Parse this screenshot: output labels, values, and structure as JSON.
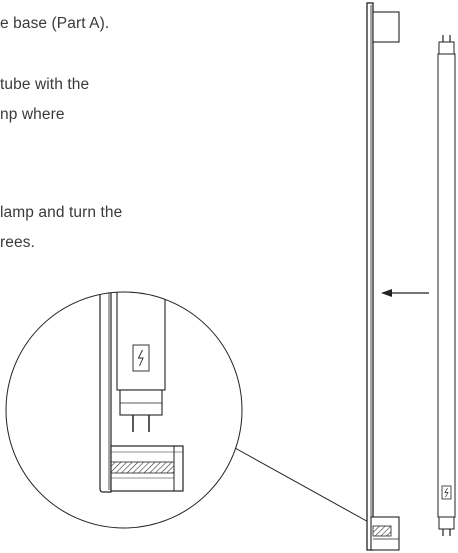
{
  "instructions": {
    "line1": "e base (Part A).",
    "line2": "tube with the",
    "line3": "np where",
    "line4": "lamp and turn the",
    "line5": "rees."
  },
  "colors": {
    "text": "#3a3a3a",
    "line": "#222222",
    "hatch": "#333333"
  },
  "icons": {
    "tube_symbol": "lightning-bolt-icon",
    "direction": "arrow-left-icon"
  }
}
